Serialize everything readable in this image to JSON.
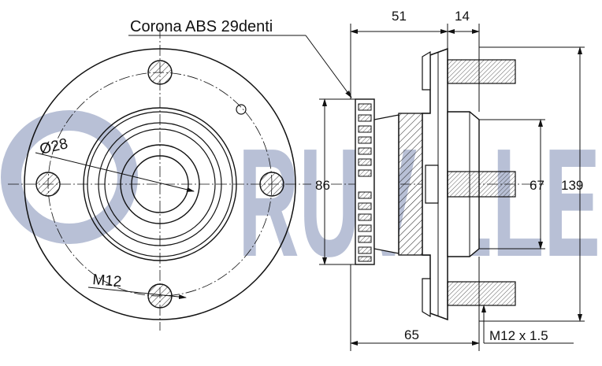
{
  "diagram": {
    "title_label": "Corona ABS 29denti",
    "watermark": "RUVILLE",
    "front_view": {
      "bore_label": "Ø28",
      "bolt_label": "M12"
    },
    "side_view": {
      "dim_top_left": "51",
      "dim_top_right": "14",
      "dim_left_height": "86",
      "dim_inner_height": "67",
      "dim_outer_height": "139",
      "dim_bottom_width": "65",
      "thread_label": "M12 x 1.5"
    },
    "colors": {
      "line": "#111111",
      "watermark": "#b8c0d6",
      "hatch": "#222222"
    }
  }
}
